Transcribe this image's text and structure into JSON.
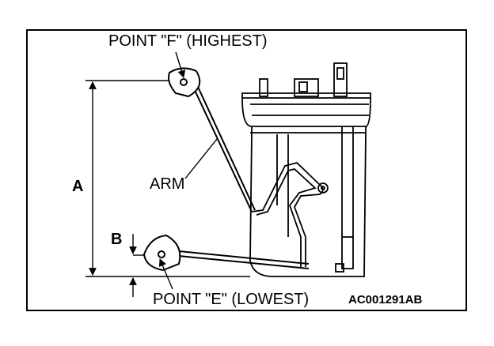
{
  "labels": {
    "point_f": "POINT \"F\" (HIGHEST)",
    "point_e": "POINT \"E\" (LOWEST)",
    "arm": "ARM",
    "dimension_a": "A",
    "dimension_b": "B",
    "figure_code": "AC001291AB"
  },
  "colors": {
    "line": "#000000",
    "background": "#ffffff"
  }
}
